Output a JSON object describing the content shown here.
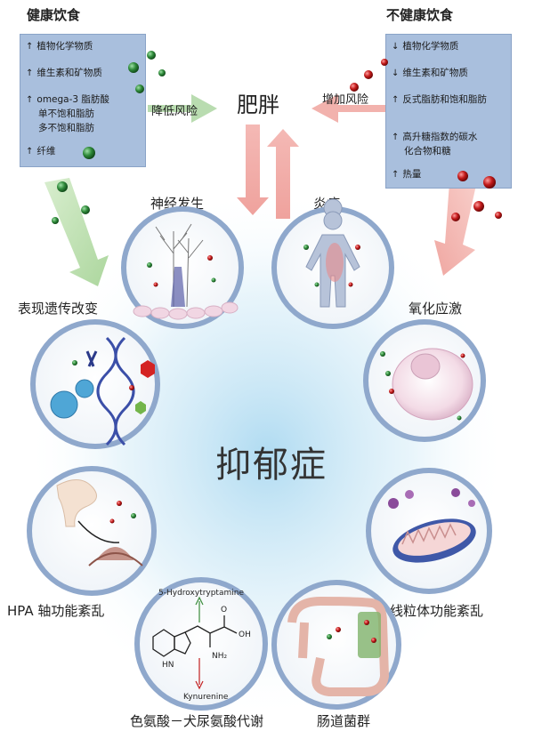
{
  "healthy": {
    "title": "健康饮食",
    "items": [
      {
        "mark": "↑",
        "line1": "植物化学物质",
        "line2": ""
      },
      {
        "mark": "↑",
        "line1": "维生素和矿物质",
        "line2": ""
      },
      {
        "mark": "↑",
        "line1": "omega-3 脂肪酸",
        "line2": "单不饱和脂肪",
        "line3": "多不饱和脂肪"
      },
      {
        "mark": "↑",
        "line1": "纤维",
        "line2": ""
      }
    ]
  },
  "unhealthy": {
    "title": "不健康饮食",
    "items": [
      {
        "mark": "↓",
        "line1": "植物化学物质"
      },
      {
        "mark": "↓",
        "line1": "维生素和矿物质"
      },
      {
        "mark": "↑",
        "line1": "反式脂肪和饱和脂肪"
      },
      {
        "mark": "↑",
        "line1": "高升糖指数的碳水",
        "line2": "化合物和糖"
      },
      {
        "mark": "↑",
        "line1": "热量"
      }
    ]
  },
  "center": {
    "obesity": "肥胖",
    "depression": "抑郁症"
  },
  "arrows": {
    "lower_risk": "降低风险",
    "raise_risk": "增加风险"
  },
  "nodes": {
    "neurogenesis": "神经发生",
    "inflammation": "炎症",
    "epigenetic": "表现遗传改变",
    "oxidative": "氧化应激",
    "hpa": "HPA 轴功能紊乱",
    "mitochondria": "线粒体功能紊乱",
    "tryptophan": "色氨酸－犬尿氨酸代谢",
    "microbiota": "肠道菌群"
  },
  "molecule": {
    "top": "5-Hydroxytryptamine",
    "bottom": "Kynurenine",
    "oh": "OH",
    "nh2": "NH₂",
    "o": "O",
    "hn": "HN"
  },
  "colors": {
    "panel": "#a9bfdd",
    "green_ball": "#2f8a3a",
    "red_ball": "#c21a1a",
    "circle_ring": "#8fa8cc",
    "arrow_pink": "#f2b5b1",
    "arrow_green": "#b9dcb0"
  }
}
